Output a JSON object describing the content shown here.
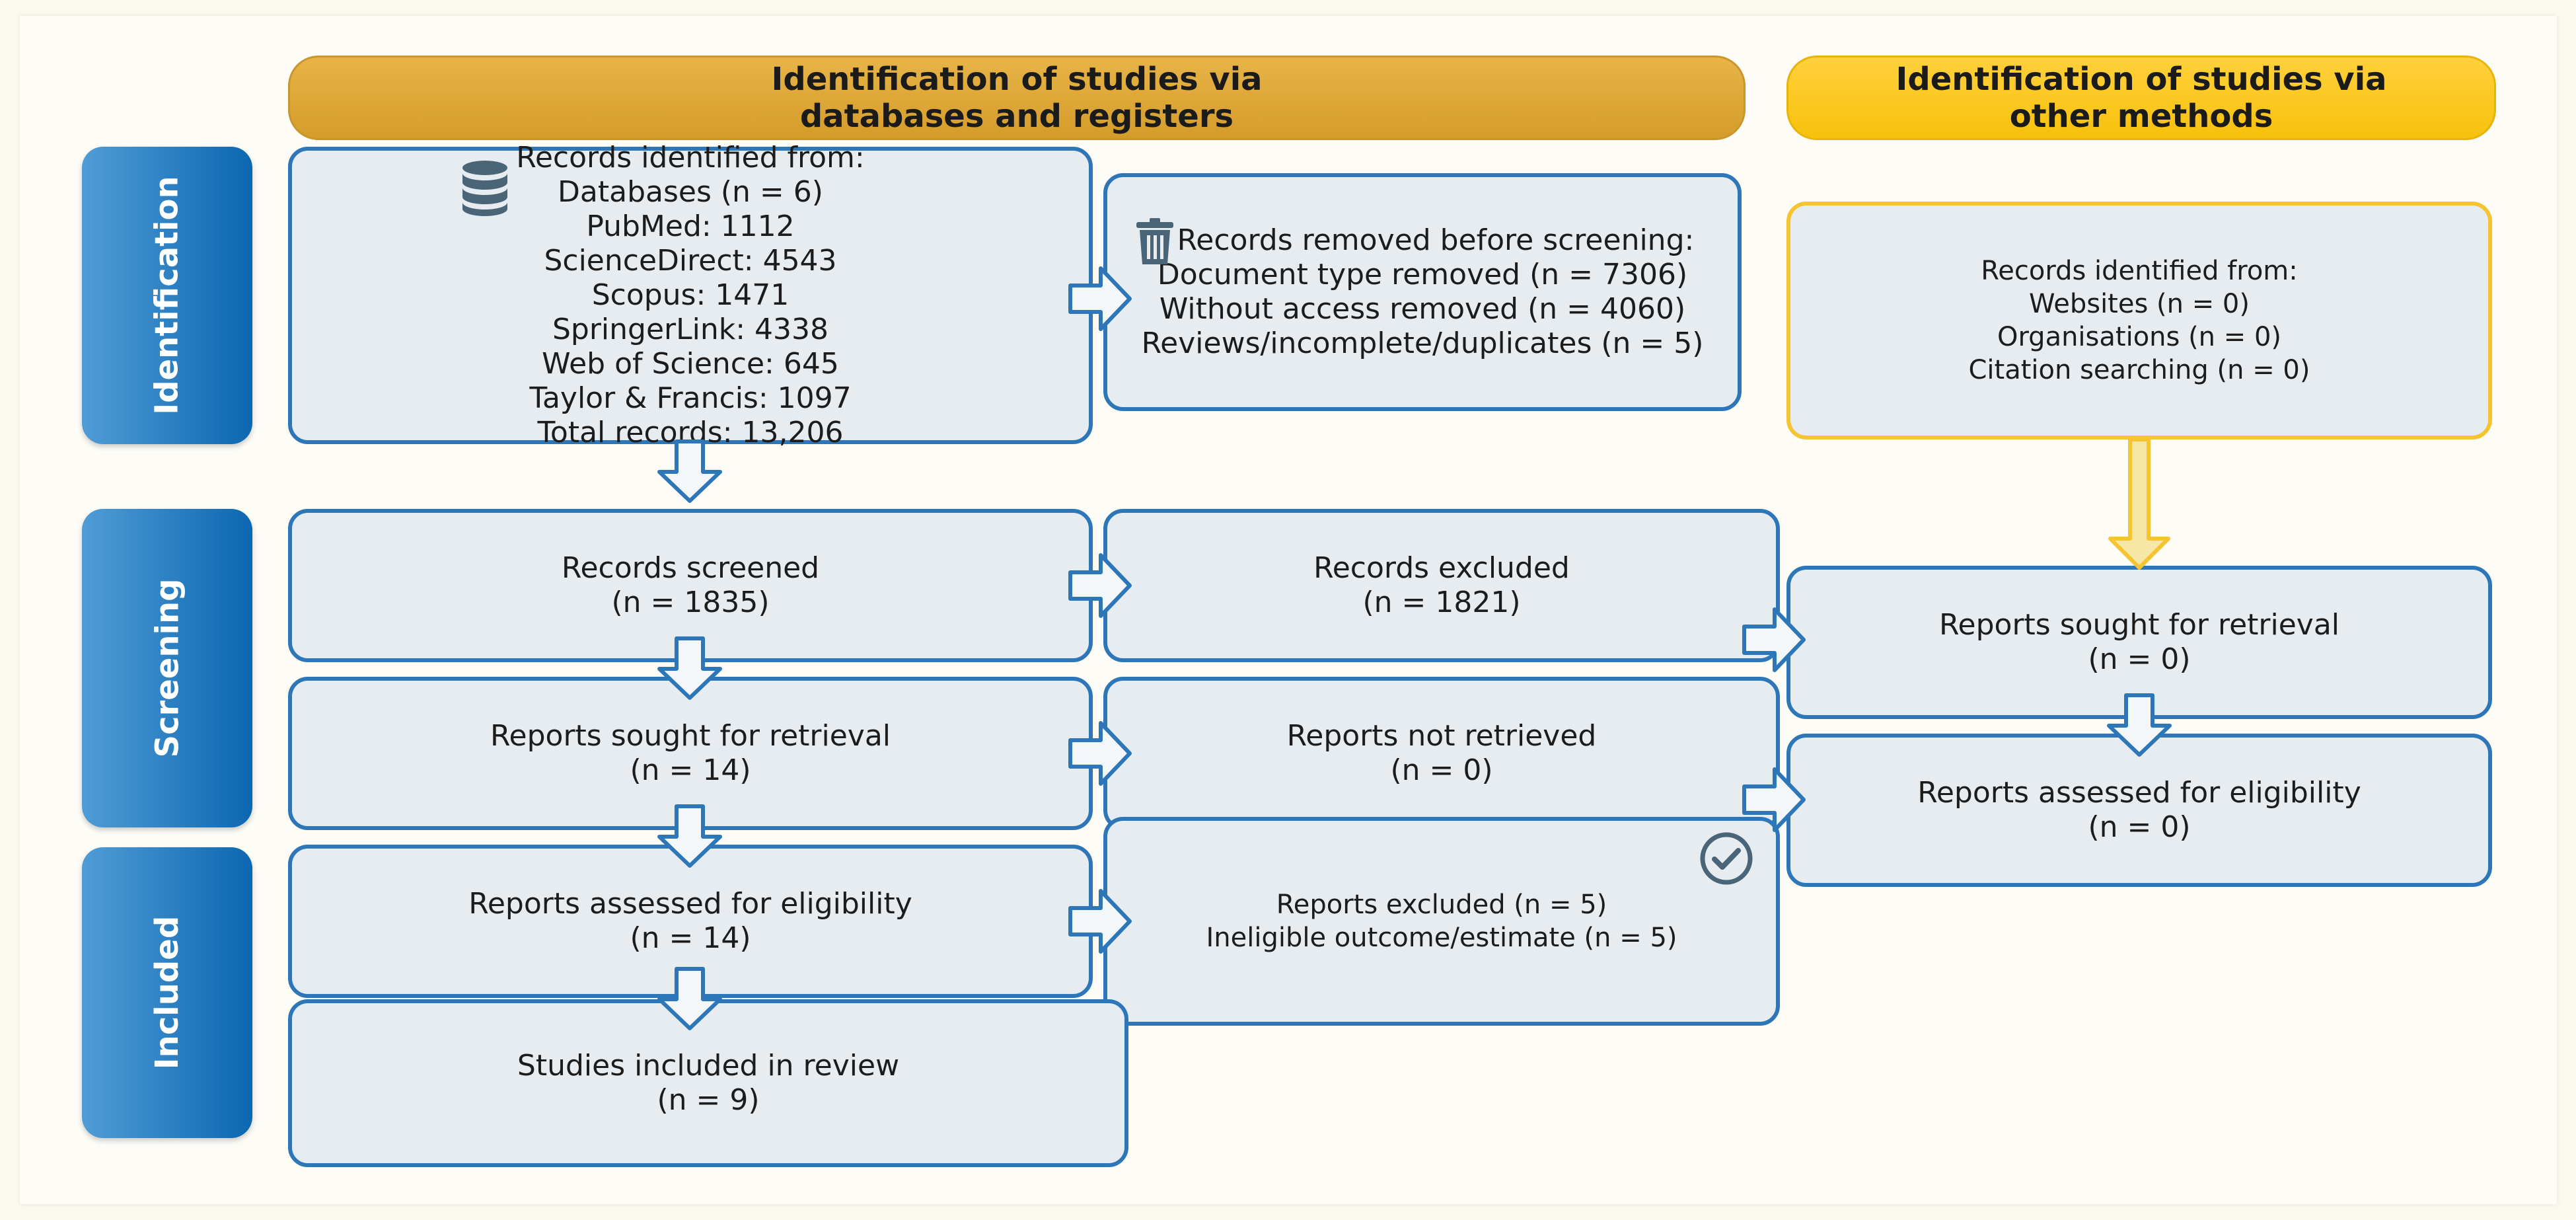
{
  "headers": {
    "databases": {
      "line1": "Identification of studies via",
      "line2": "databases and registers"
    },
    "other": {
      "line1": "Identification of studies via",
      "line2": "other methods"
    }
  },
  "stages": {
    "identification": "Identification",
    "screening": "Screening",
    "included": "Included"
  },
  "identified": {
    "lines": [
      "Records identified from:",
      "Databases (n = 6)",
      "PubMed: 1112",
      "ScienceDirect: 4543",
      "Scopus: 1471",
      "SpringerLink: 4338",
      "Web of Science: 645",
      "Taylor & Francis: 1097",
      "Total records: 13,206"
    ]
  },
  "removed": {
    "lines": [
      "Records removed before screening:",
      "Document type removed (n = 7306)",
      "Without access removed (n = 4060)",
      "Reviews/incomplete/duplicates (n = 5)"
    ]
  },
  "other_identified": {
    "lines": [
      "Records identified from:",
      "Websites (n = 0)",
      "Organisations (n = 0)",
      "Citation searching (n = 0)"
    ]
  },
  "screened": {
    "title": "Records screened",
    "count": "(n = 1835)"
  },
  "excluded": {
    "title": "Records excluded",
    "count": "(n = 1821)"
  },
  "sought": {
    "title": "Reports sought for retrieval",
    "count": "(n = 14)"
  },
  "not_retrieved": {
    "title": "Reports not retrieved",
    "count": "(n = 0)"
  },
  "assessed": {
    "title": "Reports assessed for eligibility",
    "count": "(n = 14)"
  },
  "reports_excluded": {
    "line1": "Reports excluded (n = 5)",
    "line2": "Ineligible outcome/estimate (n = 5)"
  },
  "included": {
    "title": "Studies included in review",
    "count": "(n = 9)"
  },
  "other_sought": {
    "title": "Reports sought for retrieval",
    "count": "(n = 0)"
  },
  "other_assessed": {
    "title": "Reports assessed for eligibility",
    "count": "(n = 0)"
  },
  "colors": {
    "blue_border": "#2d77b8",
    "yellow_border": "#f5c430",
    "header_db": "#d9a436",
    "header_other": "#fbc616"
  }
}
